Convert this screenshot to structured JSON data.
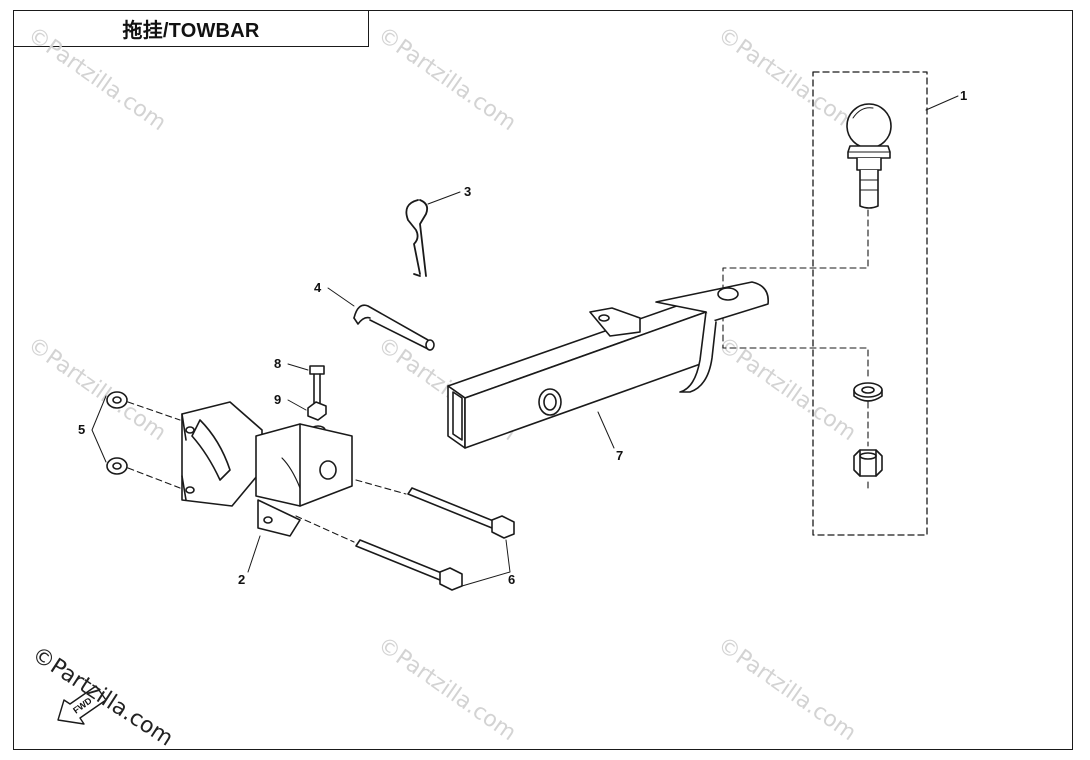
{
  "title": "拖挂/TOWBAR",
  "watermark_text": "©Partzilla.com",
  "brand_watermark_text": "©Partzilla.com",
  "direction_label": "FWD",
  "callouts": {
    "c1": "1",
    "c2": "2",
    "c3": "3",
    "c4": "4",
    "c5": "5",
    "c6": "6",
    "c7": "7",
    "c8": "8",
    "c9": "9"
  },
  "colors": {
    "line": "#1a1a1a",
    "watermark": "#d3d3d3",
    "background": "#ffffff"
  }
}
